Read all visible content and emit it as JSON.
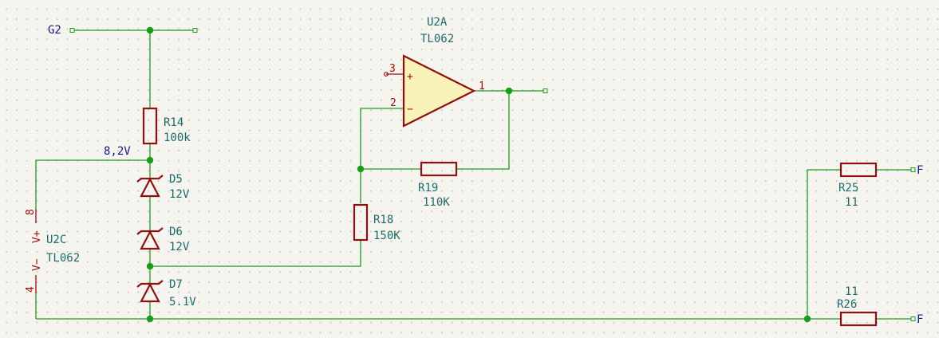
{
  "nets": {
    "g2": "G2",
    "v82": "8,2V",
    "f_top": "F",
    "f_bottom": "F"
  },
  "r14": {
    "ref": "R14",
    "value": "100k"
  },
  "r18": {
    "ref": "R18",
    "value": "150K"
  },
  "r19": {
    "ref": "R19",
    "value": "110K"
  },
  "r25": {
    "ref": "R25",
    "value": "11"
  },
  "r26": {
    "ref": "R26",
    "value": "11"
  },
  "d5": {
    "ref": "D5",
    "value": "12V"
  },
  "d6": {
    "ref": "D6",
    "value": "12V"
  },
  "d7": {
    "ref": "D7",
    "value": "5.1V"
  },
  "u2a": {
    "ref": "U2A",
    "value": "TL062",
    "pin_noninv": "3",
    "pin_inv": "2",
    "pin_out": "1",
    "sign_plus": "+",
    "sign_minus": "−"
  },
  "u2c": {
    "ref": "U2C",
    "value": "TL062",
    "pin_vplus": "8",
    "pin_vminus": "4",
    "label_vplus": "V+",
    "label_vminus": "V−"
  },
  "colors": {
    "wire": "#1f9c1f",
    "component": "#8e1010",
    "body_fill": "#f9f3b8",
    "background": "#f5f4ef"
  }
}
